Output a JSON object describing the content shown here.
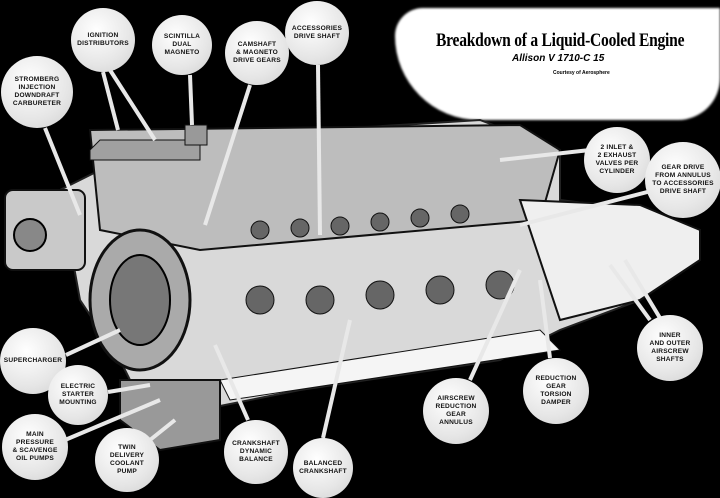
{
  "header": {
    "title": "Breakdown of a Liquid-Cooled Engine",
    "subtitle": "Allison V 1710-C 15",
    "credit": "Courtesy of Aerosphere"
  },
  "callouts": [
    {
      "id": "ignition-distributors",
      "label": "IGNITION\nDISTRIBUTORS"
    },
    {
      "id": "scintilla-dual-magneto",
      "label": "SCINTILLA\nDUAL\nMAGNETO"
    },
    {
      "id": "camshaft-magneto-drive-gears",
      "label": "CAMSHAFT\n& MAGNETO\nDRIVE GEARS"
    },
    {
      "id": "accessories-drive-shaft",
      "label": "ACCESSORIES\nDRIVE SHAFT"
    },
    {
      "id": "stromberg-carbureter",
      "label": "STROMBERG\nINJECTION\nDOWNDRAFT\nCARBURETER"
    },
    {
      "id": "inlet-exhaust-valves",
      "label": "2 INLET &\n2 EXHAUST\nVALVES PER\nCYLINDER"
    },
    {
      "id": "gear-drive-annulus",
      "label": "GEAR DRIVE\nFROM ANNULUS\nTO ACCESSORIES\nDRIVE SHAFT"
    },
    {
      "id": "supercharger",
      "label": "SUPERCHARGER"
    },
    {
      "id": "electric-starter-mounting",
      "label": "ELECTRIC\nSTARTER\nMOUNTING"
    },
    {
      "id": "main-pressure-scavenge-pumps",
      "label": "MAIN\nPRESSURE\n& SCAVENGE\nOIL PUMPS"
    },
    {
      "id": "twin-delivery-coolant-pump",
      "label": "TWIN\nDELIVERY\nCOOLANT\nPUMP"
    },
    {
      "id": "crankshaft-dynamic-balance",
      "label": "CRANKSHAFT\nDYNAMIC\nBALANCE"
    },
    {
      "id": "balanced-crankshaft",
      "label": "BALANCED\nCRANKSHAFT"
    },
    {
      "id": "airscrew-reduction-gear-annulus",
      "label": "AIRSCREW\nREDUCTION\nGEAR\nANNULUS"
    },
    {
      "id": "reduction-gear-torsion-damper",
      "label": "REDUCTION\nGEAR\nTORSION\nDAMPER"
    },
    {
      "id": "airscrew-shafts",
      "label": "INNER\nAND OUTER\nAIRSCREW\nSHAFTS"
    }
  ]
}
